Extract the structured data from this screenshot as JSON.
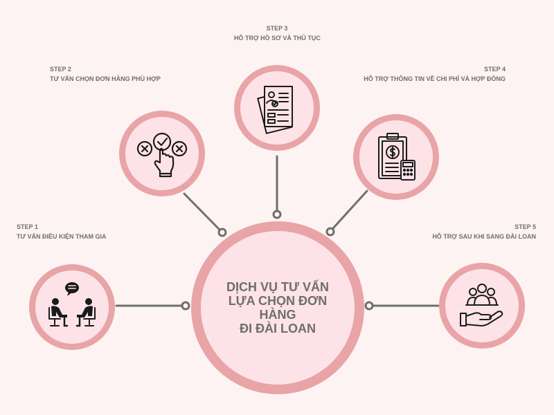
{
  "center": {
    "title_line1": "DỊCH VỤ TƯ VẤN",
    "title_line2": "LỰA CHỌN ĐƠN HÀNG",
    "title_line3": "ĐI ĐÀI LOAN"
  },
  "steps": [
    {
      "step": "STEP 1",
      "text": "TƯ VẤN ĐIỀU KIỆN THAM GIA",
      "icon": "consultation-icon"
    },
    {
      "step": "STEP 2",
      "text": "TƯ VẤN CHỌN ĐƠN HÀNG PHÙ HỢP",
      "icon": "choice-check-icon"
    },
    {
      "step": "STEP 3",
      "text": "HỖ TRỢ HỒ SƠ VÀ THỦ TỤC",
      "icon": "documents-icon"
    },
    {
      "step": "STEP 4",
      "text": "HỖ TRỢ THÔNG TIN VỀ CHI PHÍ VÀ HỢP ĐỒNG",
      "icon": "cost-calculator-icon"
    },
    {
      "step": "STEP 5",
      "text": "HỖ TRỢ SAU KHI SANG ĐÀI LOAN",
      "icon": "group-support-icon"
    }
  ],
  "colors": {
    "background": "#fdf3f3",
    "ring": "#e8a4a7",
    "fill": "#fde3e8",
    "connector": "#6e6e6e",
    "text": "#6e6e6e"
  }
}
